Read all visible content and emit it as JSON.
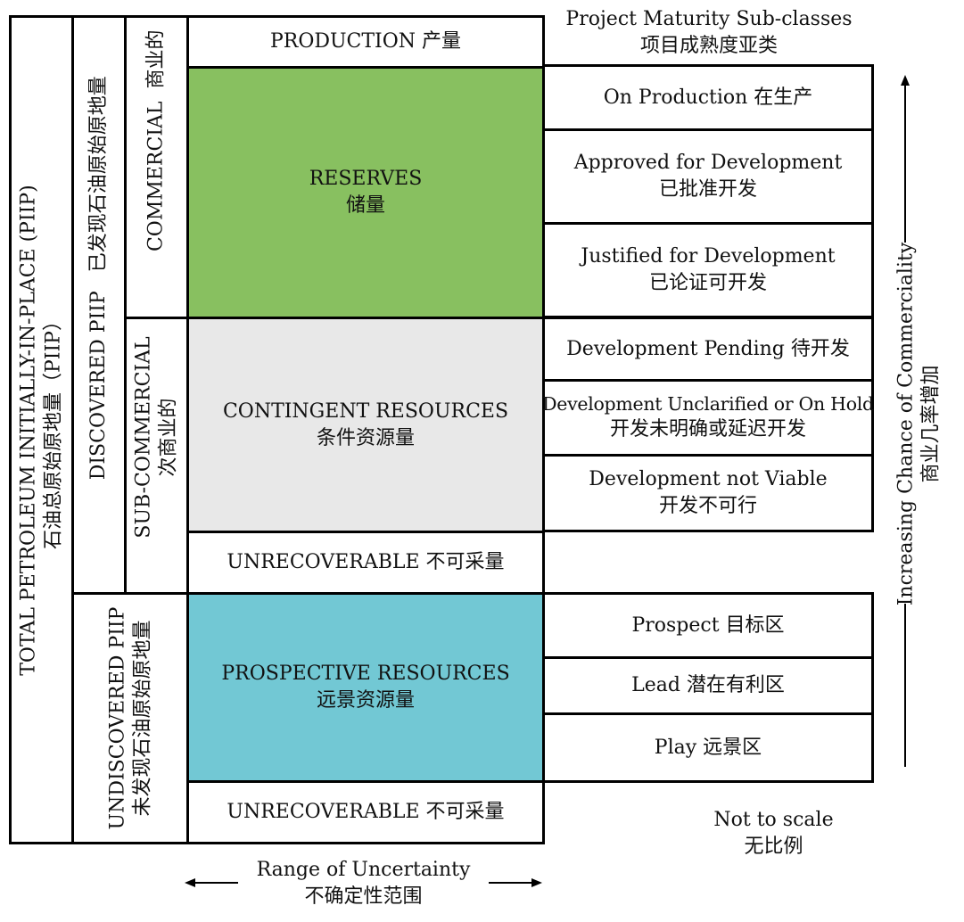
{
  "header": {
    "maturity_en": "Project Maturity Sub-classes",
    "maturity_zh": "项目成熟度亚类"
  },
  "left": {
    "total_en": "TOTAL PETROLEUM INITIALLY-IN-PLACE (PIIP)",
    "total_zh": "石油总原始原地量（PIIP）",
    "discovered_en": "DISCOVERED PIIP",
    "discovered_zh": "已发现石油原始原地量",
    "undiscovered_en": "UNDISCOVERED PIIP",
    "undiscovered_zh": "未发现石油原始原地量",
    "commercial_en": "COMMERCIAL",
    "commercial_zh": "商业的",
    "subcommercial_en": "SUB-COMMERCIAL",
    "subcommercial_zh": "次商业的"
  },
  "center": {
    "production": "PRODUCTION  产量",
    "reserves_en": "RESERVES",
    "reserves_zh": "储量",
    "contingent_en": "CONTINGENT RESOURCES",
    "contingent_zh": "条件资源量",
    "unrecoverable1": "UNRECOVERABLE  不可采量",
    "prospective_en": "PROSPECTIVE RESOURCES",
    "prospective_zh": "远景资源量",
    "unrecoverable2": "UNRECOVERABLE  不可采量"
  },
  "subclasses": [
    {
      "en": "On Production  在生产",
      "zh": ""
    },
    {
      "en": "Approved for Development",
      "zh": "已批准开发"
    },
    {
      "en": "Justified for Development",
      "zh": "已论证可开发"
    },
    {
      "en": "Development Pending  待开发",
      "zh": ""
    },
    {
      "en": "Development Unclarified or On Hold",
      "zh": "开发未明确或延迟开发"
    },
    {
      "en": "Development not Viable",
      "zh": "开发不可行"
    },
    {
      "en": "Prospect  目标区",
      "zh": ""
    },
    {
      "en": "Lead  潜在有利区",
      "zh": ""
    },
    {
      "en": "Play  远景区",
      "zh": ""
    }
  ],
  "right_axis": {
    "en": "Increasing Chance of Commerciality",
    "zh": "商业几率增加"
  },
  "notes": {
    "not_to_scale_en": "Not to scale",
    "not_to_scale_zh": "无比例",
    "uncertainty_en": "Range of Uncertainty",
    "uncertainty_zh": "不确定性范围"
  },
  "colors": {
    "reserves": "#88c060",
    "contingent": "#e8e8e8",
    "prospective": "#72c8d4"
  }
}
